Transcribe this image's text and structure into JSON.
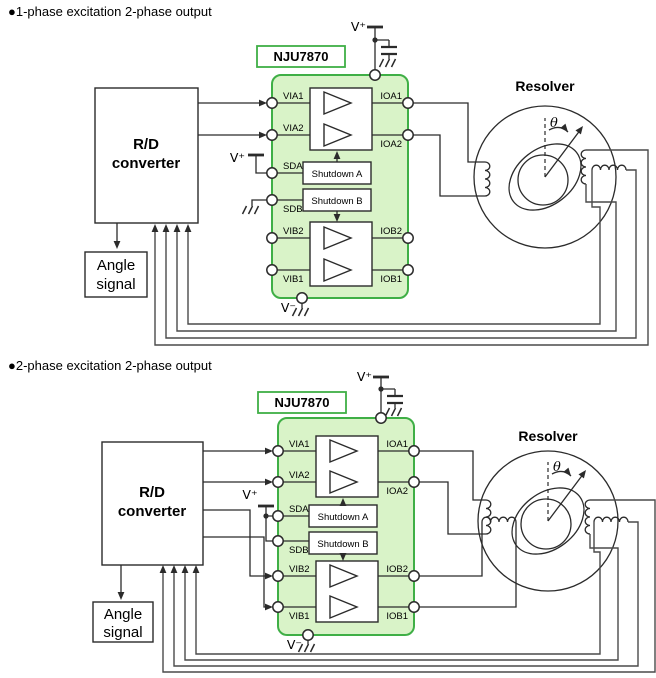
{
  "colors": {
    "chip_fill": "#d9f3c8",
    "chip_border": "#3faf46",
    "wire": "#2b2b2b",
    "text": "#000000",
    "background": "#ffffff"
  },
  "common": {
    "chip_name": "NJU7870",
    "rd_line1": "R/D",
    "rd_line2": "converter",
    "angle_line1": "Angle",
    "angle_line2": "signal",
    "resolver_label": "Resolver",
    "theta": "θ",
    "v_plus": "V⁺",
    "v_minus": "V⁻",
    "shutdown_a": "Shutdown A",
    "shutdown_b": "Shutdown B",
    "pins_left": [
      "VIA1",
      "VIA2",
      "SDA",
      "SDB",
      "VIB2",
      "VIB1"
    ],
    "pins_right": [
      "IOA1",
      "IOA2",
      "IOB2",
      "IOB1"
    ]
  },
  "diagram1": {
    "title": "●1-phase excitation 2-phase output"
  },
  "diagram2": {
    "title": "●2-phase excitation 2-phase output"
  }
}
